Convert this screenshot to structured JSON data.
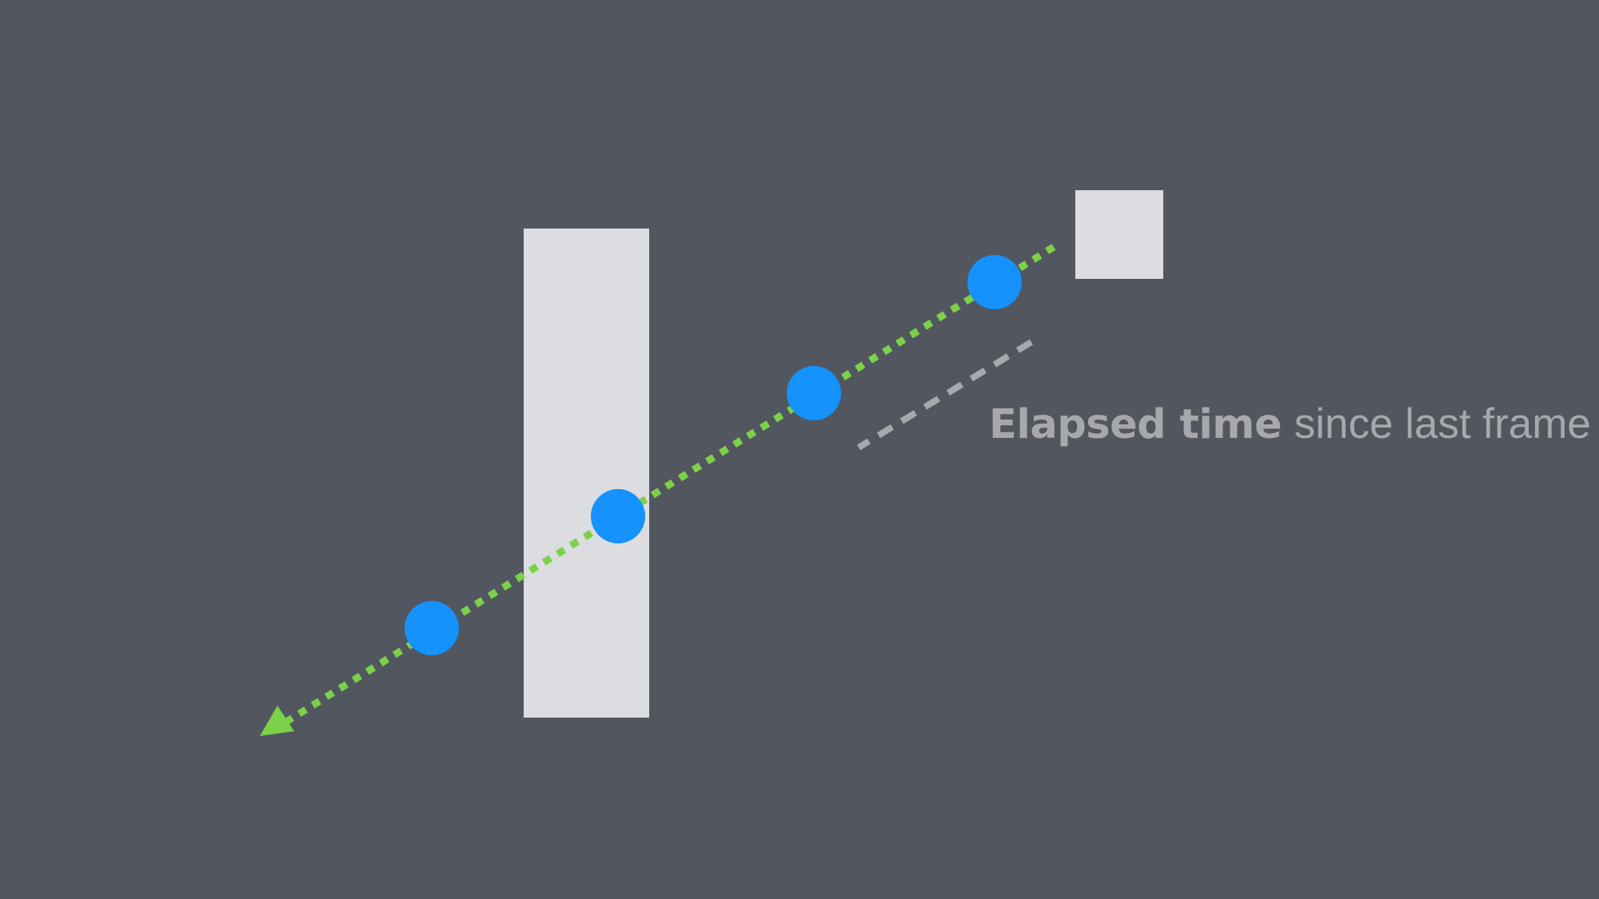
{
  "caption": {
    "bold_text": "Elapsed time",
    "regular_text": "since last frame"
  },
  "colors": {
    "background": "#52565f",
    "wall": "#dcdde0",
    "target_box": "#dcdde0",
    "ball": "#1592fc",
    "trajectory": "#7bd14a",
    "elapsed_line": "#a7a8ab",
    "caption_text": "#a7a8ab"
  },
  "ball_positions_count": 4
}
